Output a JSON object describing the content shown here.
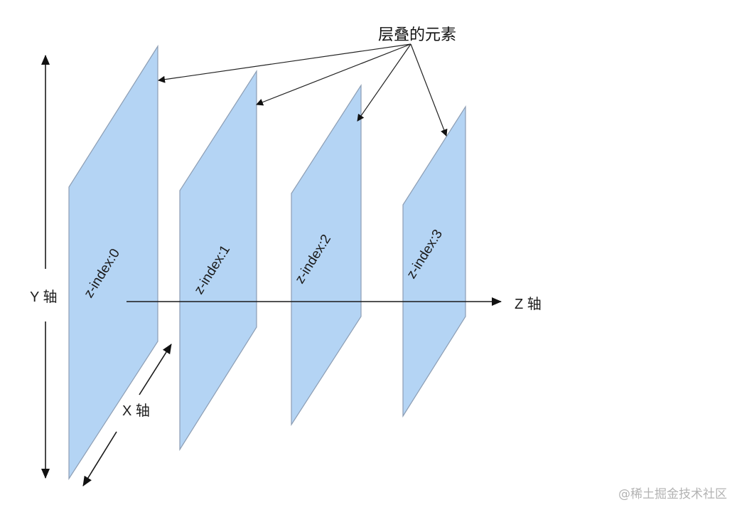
{
  "diagram": {
    "title": "层叠的元素",
    "axes": {
      "y_label": "Y 轴",
      "x_label": "X 轴",
      "z_label": "Z 轴"
    },
    "layers": [
      {
        "label": "z-index:0"
      },
      {
        "label": "z-index:1"
      },
      {
        "label": "z-index:2"
      },
      {
        "label": "z-index:3"
      }
    ],
    "colors": {
      "panel_fill": "#b4d4f4",
      "panel_stroke": "#8c9db3",
      "line": "#1a1a1a"
    }
  },
  "watermark": "@稀土掘金技术社区"
}
